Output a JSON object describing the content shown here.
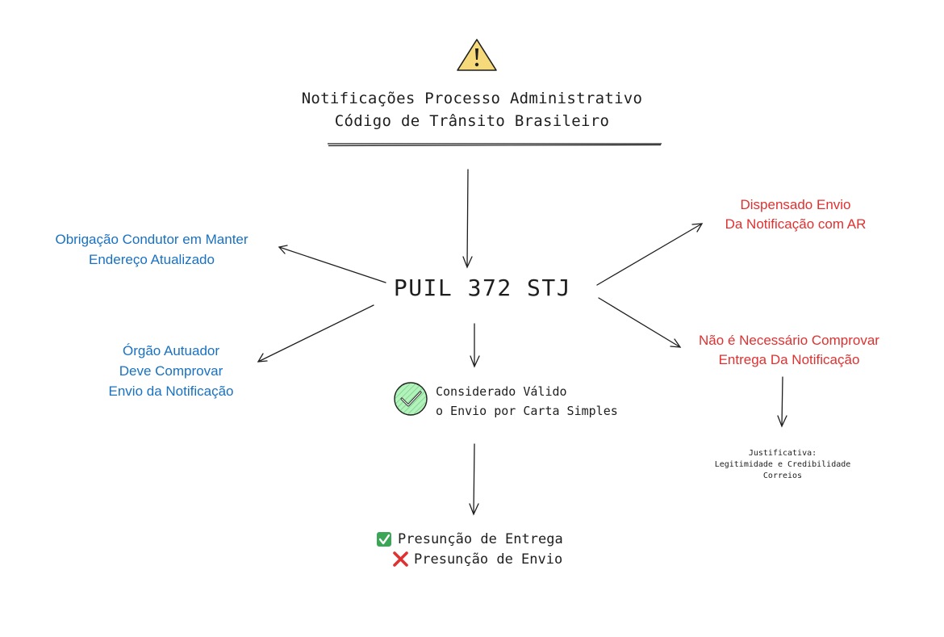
{
  "title": {
    "line1": "Notificações Processo Administrativo",
    "line2": "Código de Trânsito Brasileiro"
  },
  "center": {
    "label": "PUIL 372 STJ"
  },
  "left_top": {
    "line1": "Obrigação Condutor em Manter",
    "line2": "Endereço Atualizado"
  },
  "left_bottom": {
    "line1": "Órgão Autuador",
    "line2": "Deve Comprovar",
    "line3": "Envio da Notificação"
  },
  "right_top": {
    "line1": "Dispensado Envio",
    "line2": "Da Notificação com AR"
  },
  "right_bottom": {
    "line1": "Não é Necessário Comprovar",
    "line2": "Entrega Da Notificação"
  },
  "valid": {
    "line1": "Considerado Válido",
    "line2": "o Envio por Carta Simples"
  },
  "justification": {
    "line1": "Justificativa:",
    "line2": "Legitimidade e Credibilidade",
    "line3": "Correios"
  },
  "presumption": {
    "yes_label": "Presunção de Entrega",
    "no_label": "Presunção de Envio"
  },
  "colors": {
    "blue": "#1971c2",
    "red": "#e03131",
    "ink": "#1e1e1e",
    "warning_fill": "#f5d97a",
    "check_fill": "#b2f2bb",
    "green_box": "#2f9e44"
  },
  "icons": {
    "warning": "warning-icon",
    "check_circle": "check-circle-icon",
    "check_box": "check-mark-icon",
    "cross": "cross-mark-icon"
  }
}
